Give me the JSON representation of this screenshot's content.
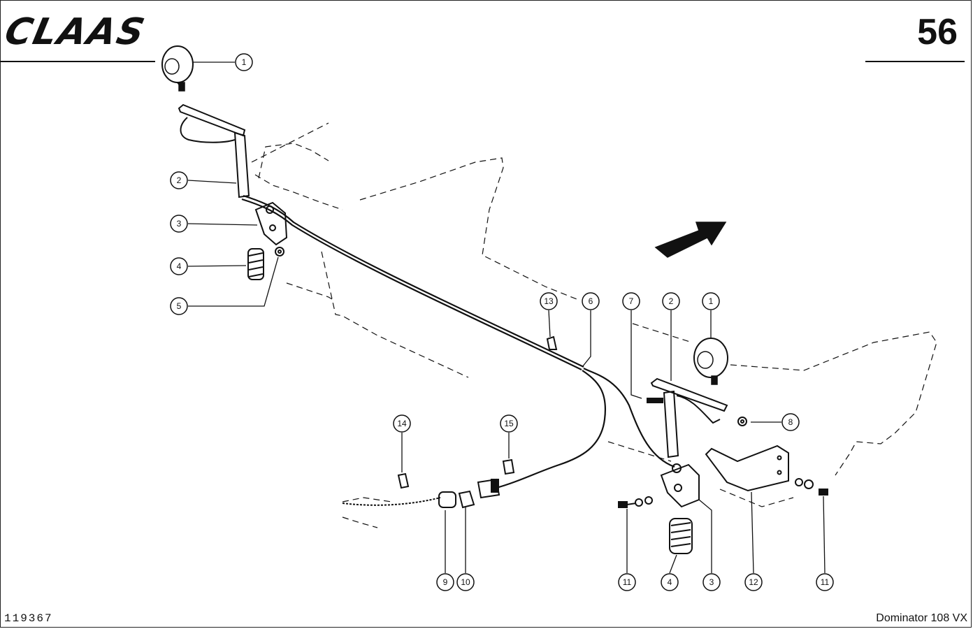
{
  "header": {
    "brand": "CLAAS",
    "page_number": "56"
  },
  "footer": {
    "document_number": "119367",
    "model": "Dominator 108 VX"
  },
  "callouts": [
    {
      "label": "1"
    },
    {
      "label": "2"
    },
    {
      "label": "3"
    },
    {
      "label": "4"
    },
    {
      "label": "5"
    },
    {
      "label": "13"
    },
    {
      "label": "6"
    },
    {
      "label": "7"
    },
    {
      "label": "2"
    },
    {
      "label": "1"
    },
    {
      "label": "8"
    },
    {
      "label": "14"
    },
    {
      "label": "15"
    },
    {
      "label": "9"
    },
    {
      "label": "10"
    },
    {
      "label": "11"
    },
    {
      "label": "4"
    },
    {
      "label": "3"
    },
    {
      "label": "12"
    },
    {
      "label": "11"
    }
  ]
}
